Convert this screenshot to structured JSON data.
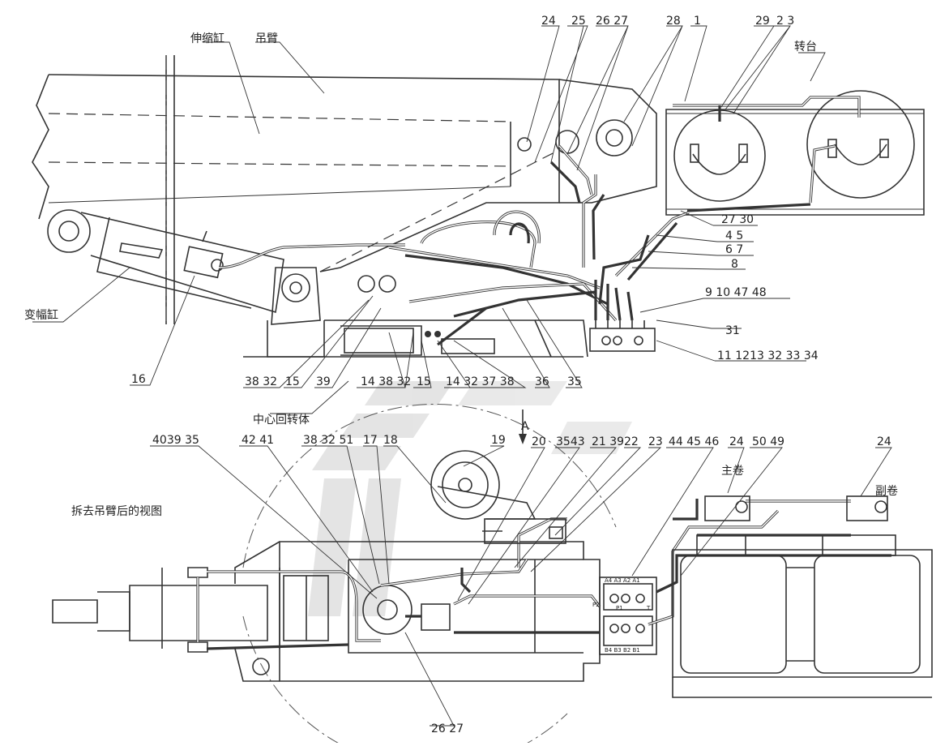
{
  "labels": {
    "telescopic_cylinder": "伸缩缸",
    "boom": "吊臂",
    "turntable": "转台",
    "luffing_cylinder": "变幅缸",
    "center_swivel": "中心回转体",
    "view_title": "拆去吊臂后的视图",
    "main_winch": "主卷",
    "aux_winch": "副卷",
    "view_arrow": "A"
  },
  "upper_callouts": [
    {
      "id": "c24",
      "text": "24"
    },
    {
      "id": "c25",
      "text": "25"
    },
    {
      "id": "c2627",
      "text": "26 27"
    },
    {
      "id": "c28",
      "text": "28"
    },
    {
      "id": "c1",
      "text": "1"
    },
    {
      "id": "c29",
      "text": "29"
    },
    {
      "id": "c23",
      "text": "2 3"
    },
    {
      "id": "c2730",
      "text": "27 30"
    },
    {
      "id": "c45",
      "text": "4 5"
    },
    {
      "id": "c67",
      "text": "6 7"
    },
    {
      "id": "c8",
      "text": "8"
    },
    {
      "id": "c9",
      "text": "9  10  47 48"
    },
    {
      "id": "c31",
      "text": "31"
    },
    {
      "id": "c11",
      "text": "11 1213  32  33  34"
    },
    {
      "id": "c16",
      "text": "16"
    },
    {
      "id": "c3832a",
      "text": "38 32"
    },
    {
      "id": "c15a",
      "text": "15"
    },
    {
      "id": "c39",
      "text": "39"
    },
    {
      "id": "c143832",
      "text": "14  38 32"
    },
    {
      "id": "c15b",
      "text": "15"
    },
    {
      "id": "c14323738",
      "text": "14  32  37 38"
    },
    {
      "id": "c36",
      "text": "36"
    },
    {
      "id": "c35",
      "text": "35"
    }
  ],
  "lower_callouts": [
    {
      "id": "d403935",
      "text": "4039 35"
    },
    {
      "id": "d4241",
      "text": "42 41"
    },
    {
      "id": "d383251",
      "text": "38 32 51"
    },
    {
      "id": "d17",
      "text": "17"
    },
    {
      "id": "d18",
      "text": "18"
    },
    {
      "id": "d19",
      "text": "19"
    },
    {
      "id": "d20",
      "text": "20"
    },
    {
      "id": "d3543",
      "text": "3543"
    },
    {
      "id": "d2139",
      "text": "21 39"
    },
    {
      "id": "d22",
      "text": "22"
    },
    {
      "id": "d23",
      "text": "23"
    },
    {
      "id": "d444546",
      "text": "44 45 46"
    },
    {
      "id": "d24a",
      "text": "24"
    },
    {
      "id": "d5049",
      "text": "50 49"
    },
    {
      "id": "d24b",
      "text": "24"
    },
    {
      "id": "d2627",
      "text": "26 27"
    }
  ],
  "valve_ports": {
    "top": "A4 A3  A2  A1",
    "left": "P2",
    "mid": "P1",
    "right": "T",
    "bottom": "B4 B3   B2 B1"
  },
  "colors": {
    "line": "#333333",
    "watermark": "#cfcfcf",
    "background": "#ffffff"
  }
}
